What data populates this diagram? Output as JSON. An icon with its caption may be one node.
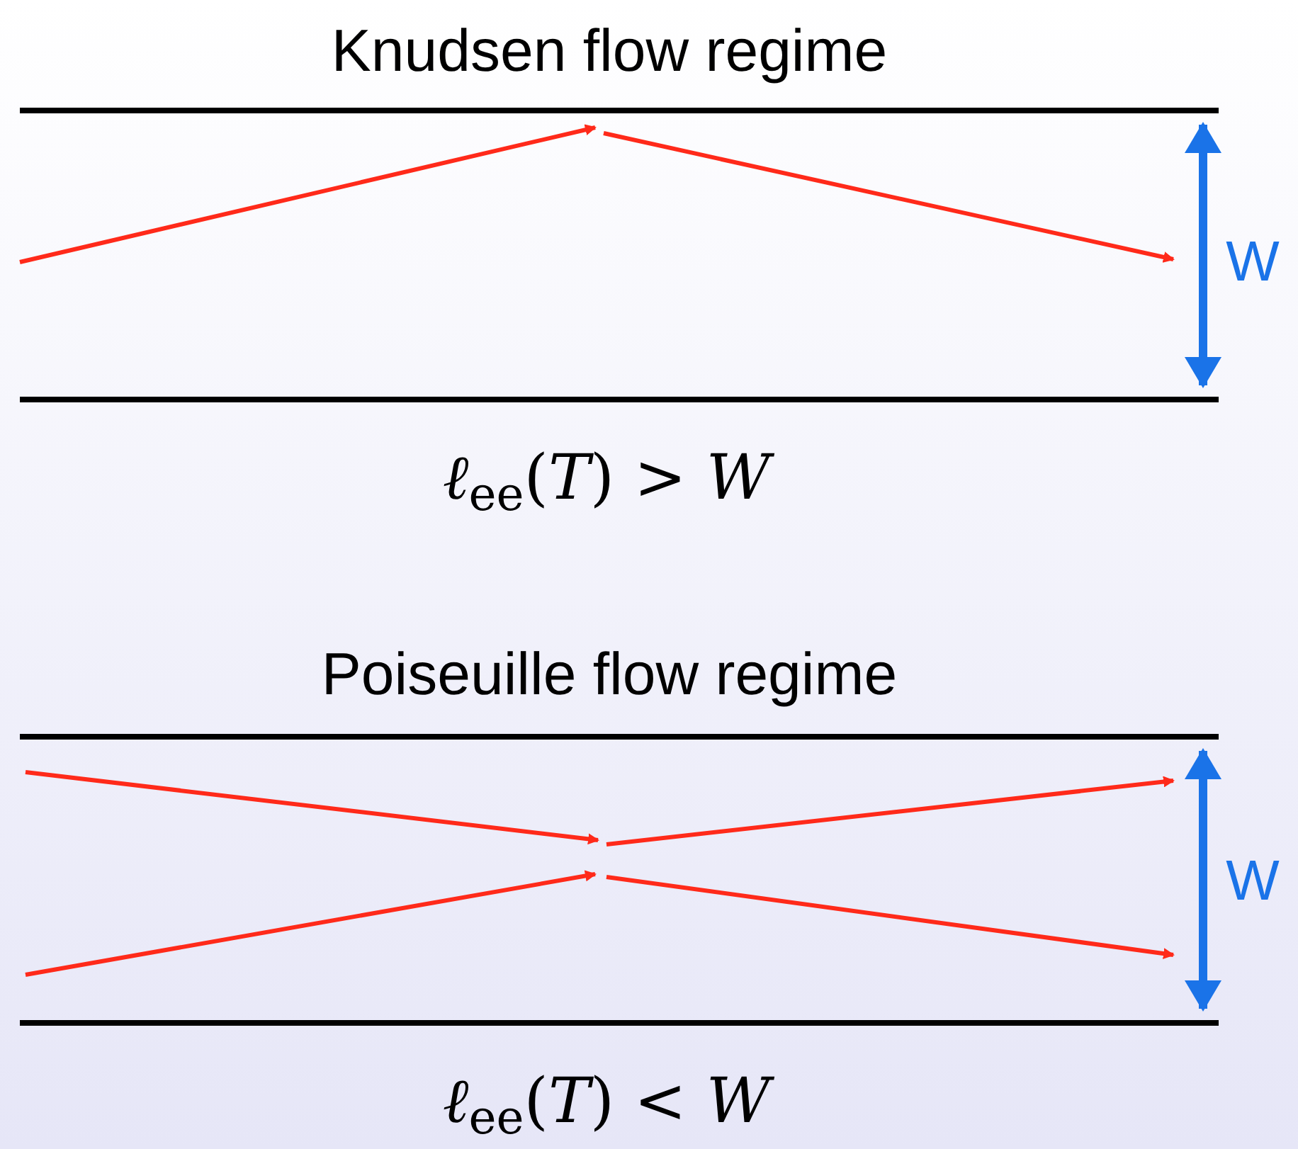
{
  "diagram": {
    "labels": [
      "Knudsen flow regime",
      "W",
      "*ℓ*$_{ee}$(*T*) > *W*",
      "Poiseuille flow regime",
      "W",
      "*ℓ*$_{ee}$(*T*) < *W*"
    ]
  }
}
